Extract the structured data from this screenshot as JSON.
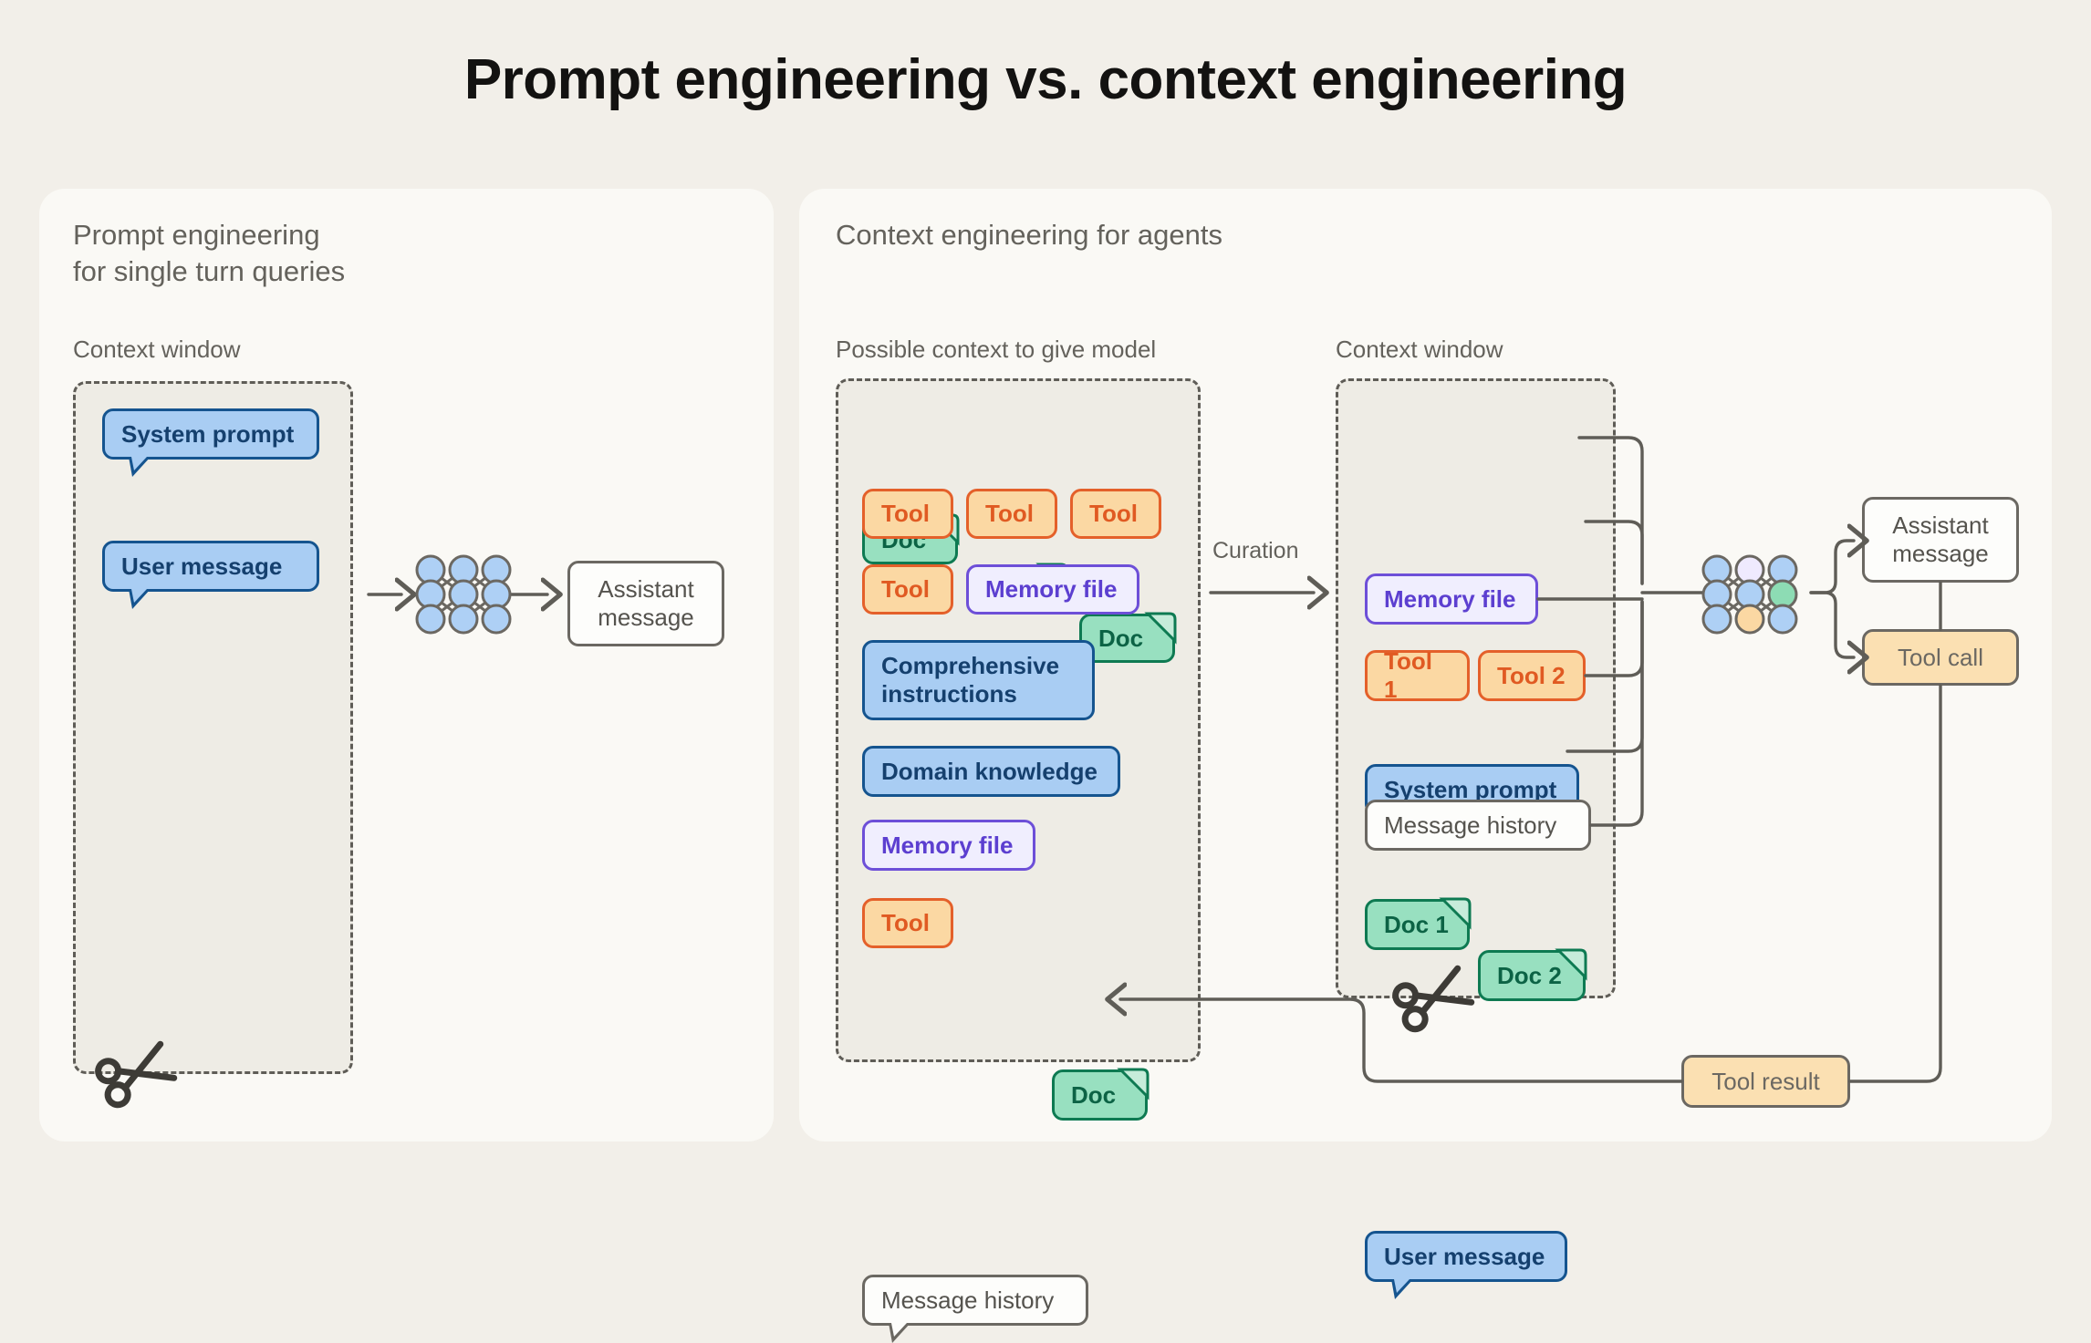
{
  "title": "Prompt engineering vs. context engineering",
  "colors": {
    "page_bg": "#f2efe9",
    "panel_bg": "#faf9f5",
    "context_window_bg": "#eeece5",
    "dashed_border": "#5f5d57",
    "heading_gray": "#64625c",
    "blue_fill": "#a9cdf3",
    "blue_border": "#15548f",
    "green_fill": "#98e0c0",
    "green_border": "#0e7a52",
    "orange_fill": "#fbd8a3",
    "orange_border": "#e4602a",
    "purple_fill": "#f0eefe",
    "purple_border": "#6d4fd8",
    "tan_fill": "#fbe0b2",
    "neutral_border": "#6b6862",
    "node_blue": "#aed0f5",
    "node_green": "#8ddcb4",
    "node_orange": "#fbd8a3",
    "node_lavender": "#efeafe"
  },
  "left_panel": {
    "heading": "Prompt engineering\nfor single turn queries",
    "context_window_label": "Context window",
    "context_items": [
      {
        "label": "System prompt",
        "kind": "blue-bubble"
      },
      {
        "label": "User message",
        "kind": "blue-bubble"
      }
    ],
    "scissors_icon": "scissors-icon",
    "model_icon": "neural-network-icon",
    "output": {
      "label": "Assistant\nmessage",
      "kind": "white"
    }
  },
  "right_panel": {
    "heading": "Context engineering for agents",
    "possible_context_label": "Possible context to give model",
    "context_window_label": "Context window",
    "curation_label": "Curation",
    "possible_context_items": [
      {
        "label": "Doc",
        "kind": "green-doc"
      },
      {
        "label": "Doc",
        "kind": "green-doc"
      },
      {
        "label": "Doc",
        "kind": "green-doc"
      },
      {
        "label": "Tool",
        "kind": "orange"
      },
      {
        "label": "Tool",
        "kind": "orange"
      },
      {
        "label": "Tool",
        "kind": "orange"
      },
      {
        "label": "Tool",
        "kind": "orange"
      },
      {
        "label": "Memory file",
        "kind": "purple"
      },
      {
        "label": "Comprehensive\ninstructions",
        "kind": "blue"
      },
      {
        "label": "Domain knowledge",
        "kind": "blue"
      },
      {
        "label": "Memory file",
        "kind": "purple"
      },
      {
        "label": "Doc",
        "kind": "green-doc"
      },
      {
        "label": "Tool",
        "kind": "orange"
      },
      {
        "label": "Message history",
        "kind": "white-bubble"
      }
    ],
    "curated_context_items": [
      {
        "label": "System prompt",
        "kind": "blue-bubble"
      },
      {
        "label": "Doc 1",
        "kind": "green-doc"
      },
      {
        "label": "Doc 2",
        "kind": "green-doc"
      },
      {
        "label": "Memory file",
        "kind": "purple"
      },
      {
        "label": "Tool 1",
        "kind": "orange"
      },
      {
        "label": "Tool 2",
        "kind": "orange"
      },
      {
        "label": "User message",
        "kind": "blue-bubble"
      },
      {
        "label": "Message history",
        "kind": "white-bubble"
      }
    ],
    "scissors_icon": "scissors-icon",
    "model_icon": "neural-network-icon",
    "outputs": [
      {
        "label": "Assistant\nmessage",
        "kind": "white"
      },
      {
        "label": "Tool call",
        "kind": "tan"
      }
    ],
    "feedback": {
      "label": "Tool result",
      "kind": "tan"
    }
  }
}
